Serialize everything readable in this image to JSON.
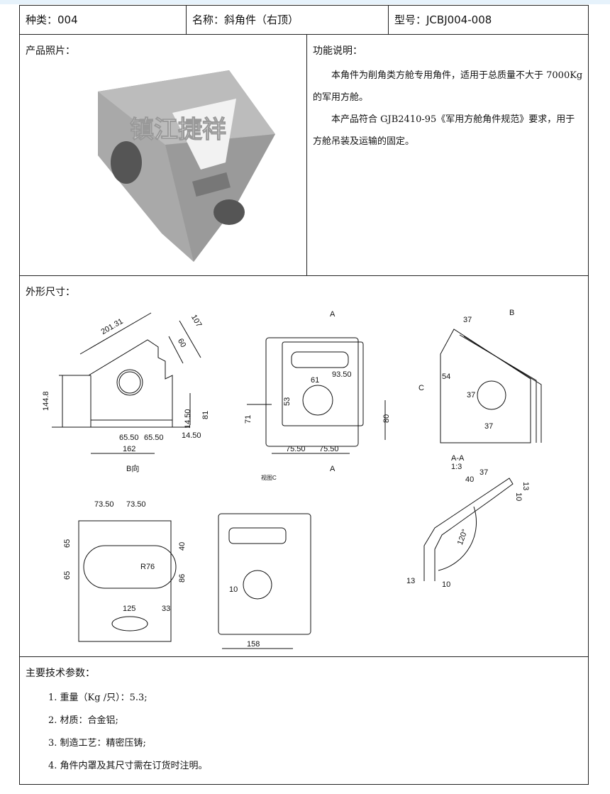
{
  "header": {
    "category": "种类：004",
    "name": "名称：斜角件（右顶）",
    "model": "型号：JCBJ004-008"
  },
  "photo": {
    "label": "产品照片：",
    "watermark": "镇江捷祥"
  },
  "function": {
    "label": "功能说明：",
    "paragraphs": [
      "本角件为削角类方舱专用角件，适用于总质量不大于 7000Kg 的军用方舱。",
      "本产品符合 GJB2410-95《军用方舱角件规范》要求，用于方舱吊装及运输的固定。"
    ]
  },
  "dimensions": {
    "label": "外形尺寸：",
    "view1": {
      "d1": "201.31",
      "d2": "107",
      "d3": "60",
      "d4": "144.8",
      "d5": "14.50",
      "d6": "81",
      "d7": "65.50",
      "d8": "65.50",
      "d9": "14.50",
      "d10": "162",
      "caption": "B向"
    },
    "view2": {
      "d1": "93.50",
      "d2": "61",
      "d3": "53",
      "d4": "71",
      "d5": "80",
      "d6": "75.50",
      "d7": "75.50",
      "section": "A",
      "caption": "视图C"
    },
    "view3": {
      "d1": "37",
      "d2": "54",
      "d3": "37",
      "d4": "37",
      "marker_b": "B",
      "marker_c": "C"
    },
    "view4": {
      "d1": "73.50",
      "d2": "73.50",
      "d3": "65",
      "d4": "65",
      "d5": "40",
      "d6": "R76",
      "d7": "86",
      "d8": "125",
      "d9": "33"
    },
    "view5": {
      "d1": "10",
      "d2": "158"
    },
    "view6": {
      "title": "A-A",
      "scale": "1:3",
      "d1": "40",
      "d2": "37",
      "d3": "13",
      "d4": "10",
      "d5": "120°",
      "d6": "13",
      "d7": "10"
    }
  },
  "params": {
    "label": "主要技术参数：",
    "items": [
      "1.  重量（Kg /只）：5.3;",
      "2.  材质：合金铝;",
      "3.  制造工艺：精密压铸;",
      "4.  角件内罩及其尺寸需在订货时注明。"
    ]
  }
}
